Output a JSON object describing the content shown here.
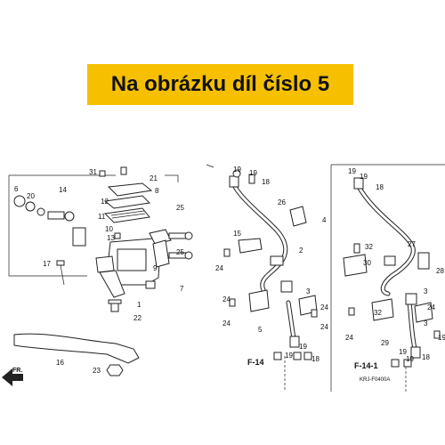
{
  "banner": {
    "text": "Na obrázku díl číslo 5"
  },
  "diagram": {
    "callouts": [
      "31",
      "21",
      "6",
      "20",
      "14",
      "8",
      "12",
      "11",
      "10",
      "13",
      "25",
      "19",
      "19",
      "18",
      "26",
      "4",
      "19",
      "19",
      "18",
      "15",
      "2",
      "24",
      "27",
      "32",
      "30",
      "28",
      "17",
      "9",
      "25",
      "7",
      "1",
      "22",
      "3",
      "24",
      "5",
      "24",
      "3",
      "24",
      "32",
      "24",
      "29",
      "16",
      "23",
      "19",
      "19",
      "18",
      "19",
      "19",
      "18",
      "19",
      "24",
      "3",
      "24"
    ],
    "refs": {
      "left": "F-14",
      "right": "F-14-1"
    },
    "fr_label": "FR.",
    "code": "KRJ-F0400A"
  }
}
